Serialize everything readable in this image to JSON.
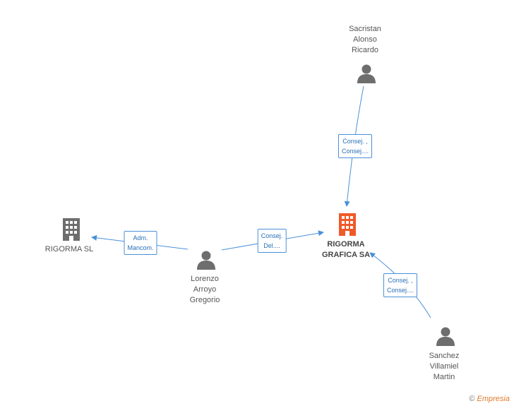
{
  "nodes": {
    "sacristan": {
      "lines": [
        "Sacristan",
        "Alonso",
        "Ricardo"
      ]
    },
    "lorenzo": {
      "lines": [
        "Lorenzo",
        "Arroyo",
        "Gregorio"
      ]
    },
    "sanchez": {
      "lines": [
        "Sanchez",
        "Villamiel",
        "Martin"
      ]
    },
    "rigorma_sl": {
      "lines": [
        "RIGORMA SL"
      ]
    },
    "rigorma_grafica": {
      "lines": [
        "RIGORMA",
        "GRAFICA SA"
      ]
    }
  },
  "edges": {
    "sacristan_to_grafica": {
      "lines": [
        "Consej. ,",
        "Consej...."
      ]
    },
    "lorenzo_to_grafica": {
      "lines": [
        "Consej.",
        "Del...."
      ]
    },
    "lorenzo_to_sl": {
      "lines": [
        "Adm.",
        "Mancom."
      ]
    },
    "sanchez_to_grafica": {
      "lines": [
        "Consej. ,",
        "Consej...."
      ]
    }
  },
  "colors": {
    "edge": "#4a90d9",
    "person_icon": "#6e6e6e",
    "company_icon": "#6e6e6e",
    "main_company_icon": "#f05a28"
  },
  "footer": {
    "copyright": "©",
    "brand": "Empresia"
  }
}
